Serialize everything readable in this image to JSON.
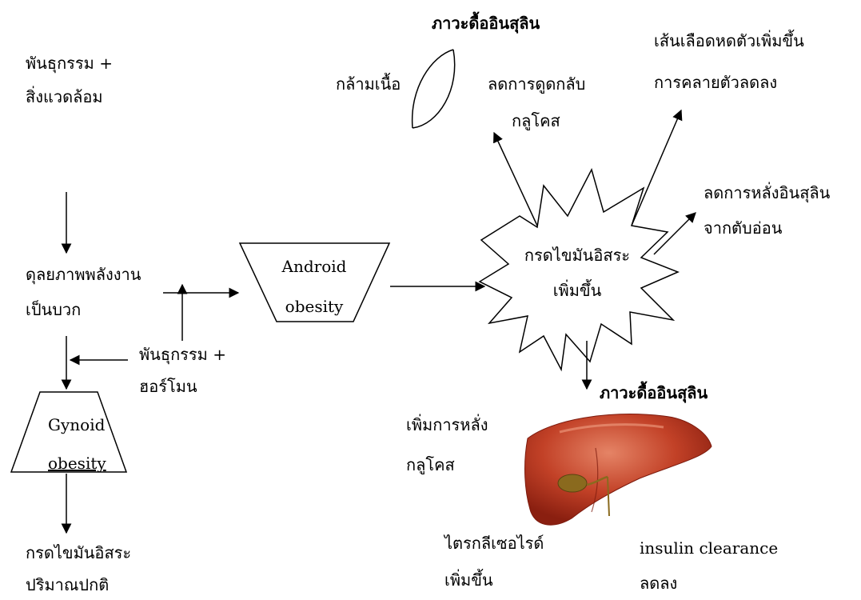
{
  "labels": {
    "genetics_environment_1": "พันธุกรรม +",
    "genetics_environment_2": "สิ่งแวดล้อม",
    "energy_balance_1": "ดุลยภาพพลังงาน",
    "energy_balance_2": "เป็นบวก",
    "genetics_hormone_1": "พันธุกรรม +",
    "genetics_hormone_2": "ฮอร์โมน",
    "gynoid_1": "Gynoid",
    "gynoid_2": "obesity",
    "normal_ffa_1": "กรดไขมันอิสระ",
    "normal_ffa_2": "ปริมาณปกติ",
    "android_1": "Android",
    "android_2": "obesity",
    "increased_ffa_1": "กรดไขมันอิสระ",
    "increased_ffa_2": "เพิ่มขึ้น",
    "insulin_resistance_top": "ภาวะดื้ออินสุลิน",
    "muscle": "กล้ามเนื้อ",
    "reduced_glucose_uptake_1": "ลดการดูดกลับ",
    "reduced_glucose_uptake_2": "กลูโคส",
    "vasoconstriction_1": "เส้นเลือดหดตัวเพิ่มขึ้น",
    "vasoconstriction_2": "การคลายตัวลดลง",
    "reduced_insulin_secretion_1": "ลดการหลั่งอินสุลิน",
    "reduced_insulin_secretion_2": "จากตับอ่อน",
    "insulin_resistance_liver": "ภาวะดื้ออินสุลิน",
    "increased_glucose_output_1": "เพิ่มการหลั่ง",
    "increased_glucose_output_2": "กลูโคส",
    "triglyceride_1": "ไตรกลีเซอไรด์",
    "triglyceride_2": "เพิ่มขึ้น",
    "insulin_clearance_1": "insulin clearance",
    "insulin_clearance_2": "ลดลง"
  },
  "icons": {
    "muscle": "muscle-icon",
    "liver": "liver-illustration"
  },
  "colors": {
    "line": "#000000",
    "liver_main": "#b8351f",
    "liver_light": "#dd6a45",
    "liver_dark": "#7c1a0d",
    "gallbladder": "#8a6a1e"
  }
}
